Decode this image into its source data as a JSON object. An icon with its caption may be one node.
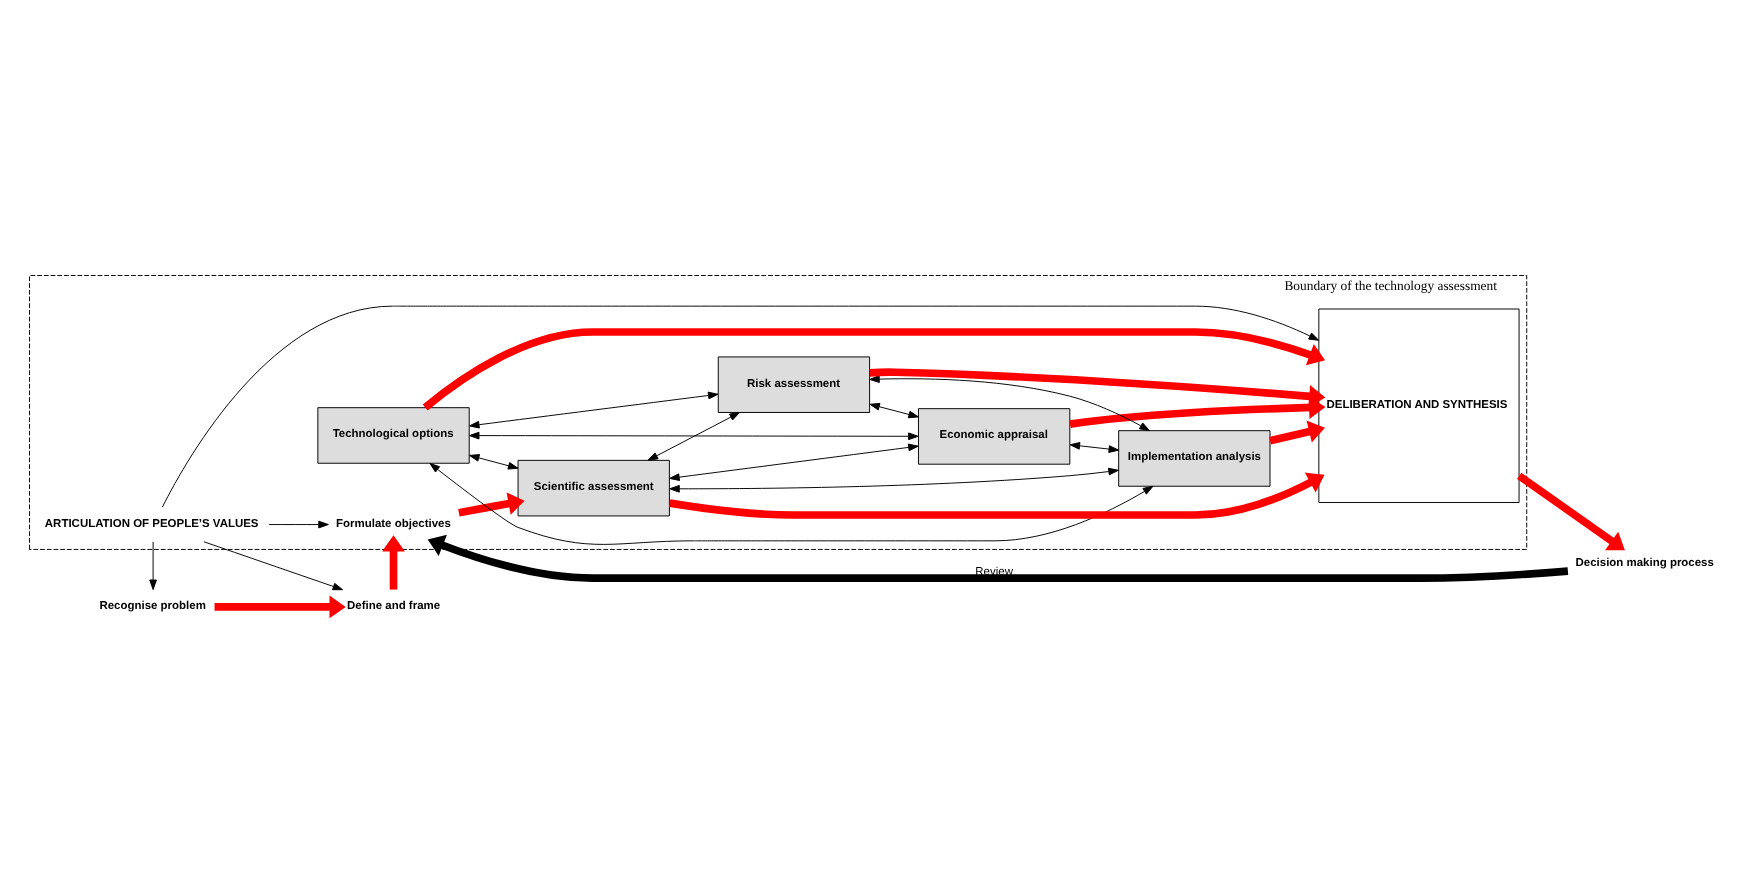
{
  "diagram": {
    "nodes": [
      {
        "text": [
          "Boundary of the technology assessment"
        ]
      },
      {
        "text": [
          "ARTICULATION OF PEOPLE’S VALUES"
        ],
        "in": 0
      },
      {
        "text": [
          "Recognise problem"
        ]
      },
      {
        "text": [
          "Define and frame"
        ]
      },
      {
        "text": [
          "Formulate objectives"
        ],
        "in": 0
      },
      {
        "text": [
          "Technological options"
        ],
        "in": 0
      },
      {
        "text": [
          "Economic appraisal"
        ],
        "in": 0
      },
      {
        "text": [
          "Scientific assessment"
        ],
        "in": 0
      },
      {
        "text": [
          "Implementation analysis"
        ],
        "in": 0
      },
      {
        "text": [
          "Risk assessment"
        ],
        "in": 0
      },
      {
        "text": [
          "DELIBERATION AND SYNTHESIS"
        ],
        "in": 0
      },
      {
        "text": [
          "Decision making process"
        ]
      }
    ],
    "edges": [
      {
        "from": 1,
        "to": 2,
        "arrow": "to"
      },
      {
        "from": 1,
        "to": 3,
        "arrow": "to"
      },
      {
        "from": 1,
        "to": 4,
        "arrow": "to"
      },
      {
        "from": 1,
        "to": 10,
        "arrow": "to"
      },
      {
        "from": 2,
        "to": 3,
        "arrow": "to",
        "style": "thick",
        "color": "#ff0000"
      },
      {
        "from": 3,
        "to": 4,
        "arrow": "to",
        "style": "thick",
        "color": "#ff0000"
      },
      {
        "from": 4,
        "to": 7,
        "arrow": "to",
        "style": "thick",
        "color": "#ff0000"
      },
      {
        "from": 5,
        "to": 10,
        "arrow": "to",
        "style": "thick",
        "color": "#ff0000"
      },
      {
        "from": 6,
        "to": 10,
        "arrow": "to",
        "style": "thick",
        "color": "#ff0000"
      },
      {
        "from": 7,
        "to": 10,
        "arrow": "to",
        "style": "thick",
        "color": "#ff0000"
      },
      {
        "from": 8,
        "to": 10,
        "arrow": "to",
        "style": "thick",
        "color": "#ff0000"
      },
      {
        "from": 9,
        "to": 10,
        "arrow": "to",
        "style": "thick",
        "color": "#ff0000"
      },
      {
        "from": 5,
        "to": 6,
        "arrow": "both"
      },
      {
        "from": 5,
        "to": 7,
        "arrow": "both"
      },
      {
        "from": 5,
        "to": 9,
        "arrow": "both"
      },
      {
        "from": 5,
        "to": 8,
        "arrow": "both"
      },
      {
        "from": 7,
        "to": 6,
        "arrow": "both"
      },
      {
        "from": 7,
        "to": 9,
        "arrow": "both"
      },
      {
        "from": 7,
        "to": 8,
        "arrow": "both"
      },
      {
        "from": 9,
        "to": 6,
        "arrow": "both"
      },
      {
        "from": 9,
        "to": 8,
        "arrow": "both"
      },
      {
        "from": 6,
        "to": 8,
        "arrow": "both"
      },
      {
        "from": 10,
        "to": 11,
        "arrow": "to",
        "style": "thick",
        "color": "#ff0000"
      },
      {
        "from": 11,
        "to": 4,
        "arrow": "to",
        "style": "thick",
        "label": "Review"
      }
    ]
  }
}
